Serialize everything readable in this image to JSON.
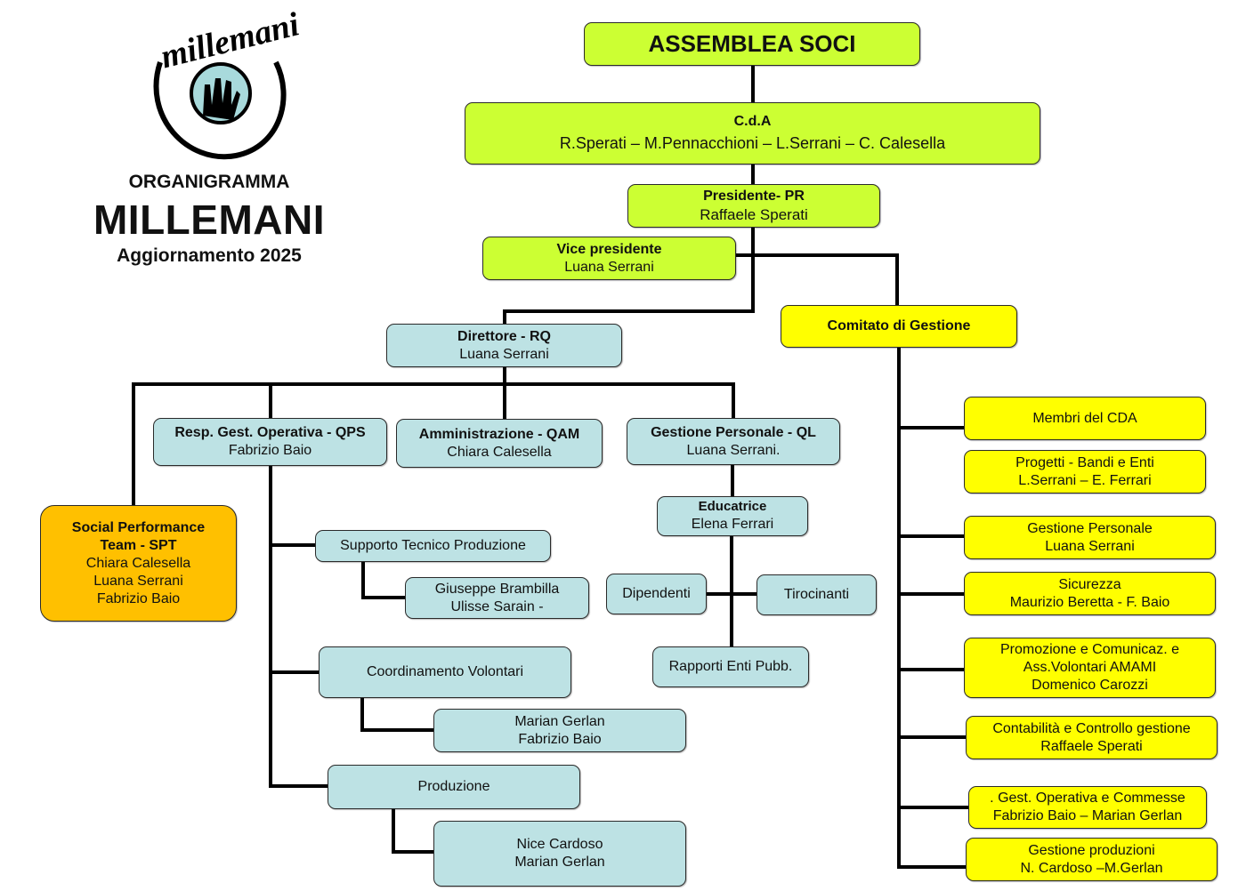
{
  "header": {
    "logo_text": "millemani",
    "subtitle": "ORGANIGRAMMA",
    "title": "MILLEMANI",
    "update": "Aggiornamento 2025"
  },
  "colors": {
    "governance": "#ccff33",
    "operations": "#bde2e4",
    "committee": "#ffff00",
    "spt": "#ffc000",
    "logo_globe": "#a8dadc"
  },
  "governance": {
    "assemblea": "ASSEMBLEA SOCI",
    "cda_title": "C.d.A",
    "cda_members": "R.Sperati – M.Pennacchioni – L.Serrani  – C. Calesella",
    "presidente_title": "Presidente- PR",
    "presidente_name": "Raffaele Sperati",
    "vice_title": "Vice presidente",
    "vice_name": "Luana Serrani"
  },
  "direzione": {
    "direttore_title": "Direttore - RQ",
    "direttore_name": "Luana Serrani",
    "spt_title_1": "Social Performance",
    "spt_title_2": "Team  - SPT",
    "spt_members": [
      "Chiara Calesella",
      "Luana Serrani",
      "Fabrizio Baio"
    ],
    "qps_title": "Resp. Gest. Operativa - QPS",
    "qps_name": "Fabrizio Baio",
    "qam_title": "Amministrazione - QAM",
    "qam_name": "Chiara Calesella",
    "ql_title": "Gestione Personale - QL",
    "ql_name": "Luana Serrani."
  },
  "operativa": {
    "supporto": "Supporto Tecnico Produzione",
    "supporto_names": [
      "Giuseppe Brambilla",
      "Ulisse Sarain -"
    ],
    "volontari": "Coordinamento Volontari",
    "volontari_names": [
      "Marian Gerlan",
      "Fabrizio Baio"
    ],
    "produzione": "Produzione",
    "produzione_names": [
      "Nice Cardoso",
      "Marian Gerlan"
    ]
  },
  "personale": {
    "educatrice_title": "Educatrice",
    "educatrice_name": "Elena Ferrari",
    "dipendenti": "Dipendenti",
    "tirocinanti": "Tirocinanti",
    "rapporti": "Rapporti Enti Pubb."
  },
  "comitato": {
    "title": "Comitato di Gestione",
    "items": [
      {
        "lines": [
          "Membri del CDA"
        ]
      },
      {
        "lines": [
          "Progetti  - Bandi e Enti",
          "L.Serrani – E. Ferrari"
        ]
      },
      {
        "lines": [
          "Gestione Personale",
          "Luana Serrani"
        ]
      },
      {
        "lines": [
          "Sicurezza",
          "Maurizio Beretta - F. Baio"
        ]
      },
      {
        "lines": [
          "Promozione e Comunicaz.  e",
          "Ass.Volontari AMAMI",
          "Domenico Carozzi"
        ]
      },
      {
        "lines": [
          "Contabilità e Controllo gestione",
          "Raffaele Sperati"
        ]
      },
      {
        "lines": [
          ". Gest. Operativa e Commesse",
          "Fabrizio Baio – Marian Gerlan"
        ]
      },
      {
        "lines": [
          "Gestione produzioni",
          "N. Cardoso  –M.Gerlan"
        ]
      }
    ]
  }
}
